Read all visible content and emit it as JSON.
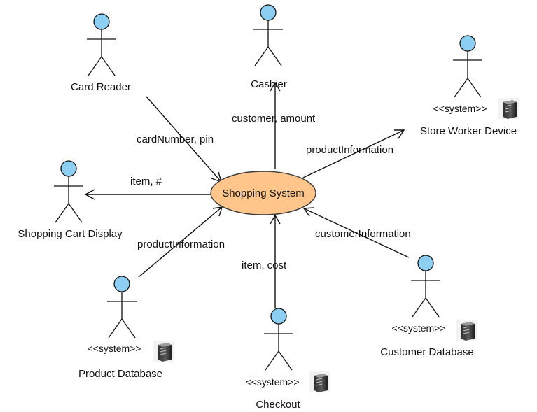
{
  "center": {
    "label": "Shopping System",
    "fill": "#ffc58a",
    "stroke": "#3a3a3a"
  },
  "colors": {
    "actor_head": "#8ccff2",
    "line": "#111111",
    "server_dark": "#3c3c3c",
    "server_light": "#b9b9b9"
  },
  "actors": {
    "card_reader": {
      "name": "Card Reader"
    },
    "cashier": {
      "name": "Cashier"
    },
    "store_worker_device": {
      "name": "Store Worker Device",
      "stereotype": "<<system>>",
      "icon": "server-icon"
    },
    "shopping_cart_display": {
      "name": "Shopping Cart Display"
    },
    "product_database": {
      "name": "Product Database",
      "stereotype": "<<system>>",
      "icon": "server-icon"
    },
    "checkout": {
      "name": "Checkout",
      "stereotype": "<<system>>",
      "icon": "server-icon"
    },
    "customer_database": {
      "name": "Customer Database",
      "stereotype": "<<system>>",
      "icon": "server-icon"
    }
  },
  "flows": {
    "card_reader_to_system": "cardNumber, pin",
    "system_to_cashier": "customer, amount",
    "system_to_store_worker": "productInformation",
    "system_to_cart_display": "item, #",
    "product_db_to_system": "productInformation",
    "checkout_to_system": "item, cost",
    "customer_db_to_system": "customerInformation"
  }
}
